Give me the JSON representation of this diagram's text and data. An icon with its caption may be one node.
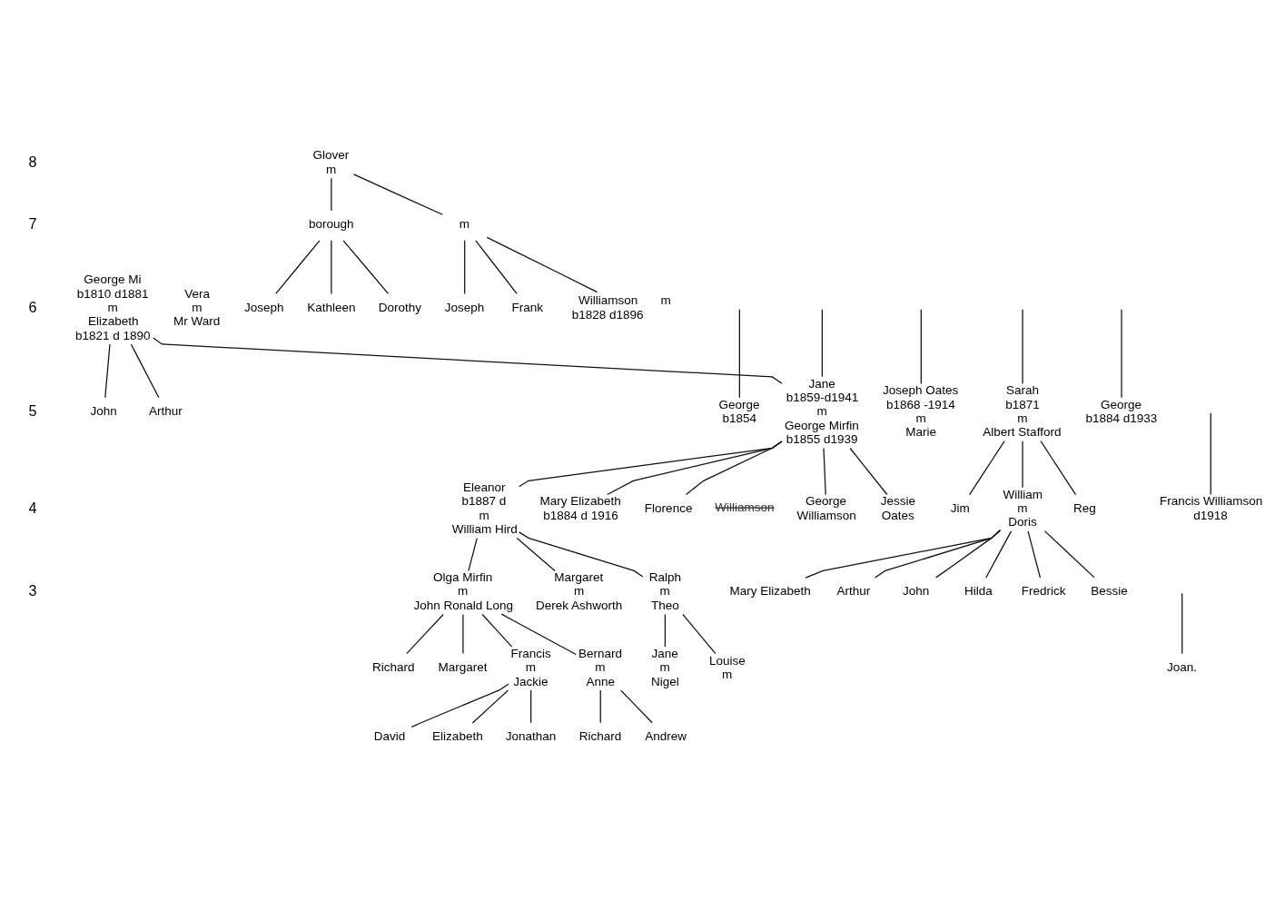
{
  "diagram": {
    "nodes": [
      {
        "text": [
          "Glover",
          "m"
        ]
      },
      {
        "text": [
          "borough"
        ]
      },
      {
        "text": [
          "m"
        ]
      },
      {
        "text": [
          "George Mi",
          "b1810 d1881",
          "m",
          "Elizabeth",
          "b1821 d 1890"
        ]
      },
      {
        "text": [
          "Vera",
          "m",
          "Mr Ward"
        ]
      },
      {
        "text": [
          "Joseph"
        ]
      },
      {
        "text": [
          "Kathleen"
        ]
      },
      {
        "text": [
          "Dorothy"
        ]
      },
      {
        "text": [
          "Joseph"
        ]
      },
      {
        "text": [
          "Frank"
        ]
      },
      {
        "text": [
          "Williamson",
          "b1828 d1896"
        ],
        "beside": [
          "m"
        ]
      },
      {
        "text": [
          "George",
          "b1854"
        ]
      },
      {
        "text": [
          "Jane",
          "b1859-d1941",
          "m",
          "George Mirfin",
          "b1855 d1939"
        ]
      },
      {
        "text": [
          "Joseph Oates",
          "b1868 -1914",
          "m",
          "Marie"
        ]
      },
      {
        "text": [
          "Sarah",
          "b1871",
          "m",
          "Albert Stafford"
        ]
      },
      {
        "text": [
          "George",
          "b1884 d1933"
        ]
      },
      {
        "text": [
          "John"
        ]
      },
      {
        "text": [
          "Arthur"
        ]
      },
      {
        "text": [
          "Eleanor",
          "b1887 d",
          "m",
          "William Hird"
        ]
      },
      {
        "text": [
          "Mary Elizabeth",
          "b1884 d 1916"
        ]
      },
      {
        "text": [
          "Florence"
        ]
      },
      {
        "text": [
          "George",
          "Williamson"
        ]
      },
      {
        "text": [
          "Jessie",
          "Oates"
        ]
      },
      {
        "text": [
          "Jim"
        ]
      },
      {
        "text": [
          "William",
          "m",
          "Doris"
        ]
      },
      {
        "text": [
          "Reg"
        ]
      },
      {
        "text": [
          "Francis Williamson",
          "d1918"
        ]
      },
      {
        "text": [
          "Olga Mirfin",
          "m",
          "John Ronald Long"
        ]
      },
      {
        "text": [
          "Margaret",
          "m",
          "Derek Ashworth"
        ]
      },
      {
        "text": [
          "Ralph",
          "m",
          "Theo"
        ]
      },
      {
        "text": [
          "Mary Elizabeth"
        ]
      },
      {
        "text": [
          "Arthur"
        ]
      },
      {
        "text": [
          "John"
        ]
      },
      {
        "text": [
          "Hilda"
        ]
      },
      {
        "text": [
          "Fredrick"
        ]
      },
      {
        "text": [
          "Bessie"
        ]
      },
      {
        "text": [
          "Richard"
        ]
      },
      {
        "text": [
          "Margaret"
        ]
      },
      {
        "text": [
          "Francis",
          "m",
          "Jackie"
        ]
      },
      {
        "text": [
          "Bernard",
          "m",
          "Anne"
        ]
      },
      {
        "text": [
          "Jane",
          "m",
          "Nigel"
        ]
      },
      {
        "text": [
          "Louise",
          "m"
        ]
      },
      {
        "text": [
          "Joan."
        ]
      },
      {
        "text": [
          "David"
        ]
      },
      {
        "text": [
          "Elizabeth"
        ]
      },
      {
        "text": [
          "Jonathan"
        ]
      },
      {
        "text": [
          "Richard"
        ]
      },
      {
        "text": [
          "Andrew"
        ]
      }
    ],
    "edges": [
      {
        "from": 0,
        "to": 1,
        "arrow": "none"
      },
      {
        "from": 0,
        "to": 2,
        "arrow": "none"
      },
      {
        "from": 1,
        "to": 5,
        "arrow": "none"
      },
      {
        "from": 1,
        "to": 6,
        "arrow": "none"
      },
      {
        "from": 1,
        "to": 7,
        "arrow": "none"
      },
      {
        "from": 2,
        "to": 8,
        "arrow": "none"
      },
      {
        "from": 2,
        "to": 9,
        "arrow": "none"
      },
      {
        "from": 2,
        "to": 10,
        "arrow": "none"
      },
      {
        "from": null,
        "to": 11,
        "arrow": "none"
      },
      {
        "from": null,
        "to": 12,
        "arrow": "none"
      },
      {
        "from": null,
        "to": 13,
        "arrow": "none"
      },
      {
        "from": null,
        "to": 14,
        "arrow": "none"
      },
      {
        "from": null,
        "to": 15,
        "arrow": "none"
      },
      {
        "from": 3,
        "to": 16,
        "arrow": "none"
      },
      {
        "from": 3,
        "to": 17,
        "arrow": "none"
      },
      {
        "from": 3,
        "to": 12,
        "arrow": "none"
      },
      {
        "from": 12,
        "to": 18,
        "arrow": "none"
      },
      {
        "from": 12,
        "to": 19,
        "arrow": "none"
      },
      {
        "from": 12,
        "to": 20,
        "arrow": "none"
      },
      {
        "from": 12,
        "to": 21,
        "arrow": "none"
      },
      {
        "from": 12,
        "to": 22,
        "arrow": "none"
      },
      {
        "from": 14,
        "to": 23,
        "arrow": "none"
      },
      {
        "from": 14,
        "to": 24,
        "arrow": "none"
      },
      {
        "from": 14,
        "to": 25,
        "arrow": "none"
      },
      {
        "from": null,
        "to": 26,
        "arrow": "none"
      },
      {
        "from": 18,
        "to": 27,
        "arrow": "none"
      },
      {
        "from": 18,
        "to": 28,
        "arrow": "none"
      },
      {
        "from": 18,
        "to": 29,
        "arrow": "none"
      },
      {
        "from": 24,
        "to": 30,
        "arrow": "none"
      },
      {
        "from": 24,
        "to": 31,
        "arrow": "none"
      },
      {
        "from": 24,
        "to": 32,
        "arrow": "none"
      },
      {
        "from": 24,
        "to": 33,
        "arrow": "none"
      },
      {
        "from": 24,
        "to": 34,
        "arrow": "none"
      },
      {
        "from": 24,
        "to": 35,
        "arrow": "none"
      },
      {
        "from": 27,
        "to": 36,
        "arrow": "none"
      },
      {
        "from": 27,
        "to": 37,
        "arrow": "none"
      },
      {
        "from": 27,
        "to": 38,
        "arrow": "none"
      },
      {
        "from": 27,
        "to": 39,
        "arrow": "none"
      },
      {
        "from": 29,
        "to": 40,
        "arrow": "none"
      },
      {
        "from": 29,
        "to": 41,
        "arrow": "none"
      },
      {
        "from": null,
        "to": 42,
        "arrow": "none"
      },
      {
        "from": 38,
        "to": 43,
        "arrow": "none"
      },
      {
        "from": 38,
        "to": 44,
        "arrow": "none"
      },
      {
        "from": 38,
        "to": 45,
        "arrow": "none"
      },
      {
        "from": 39,
        "to": 46,
        "arrow": "none"
      },
      {
        "from": 39,
        "to": 47,
        "arrow": "none"
      }
    ],
    "labels": [
      "8",
      "7",
      "6",
      "5",
      "4",
      "Williamson",
      "3"
    ]
  }
}
